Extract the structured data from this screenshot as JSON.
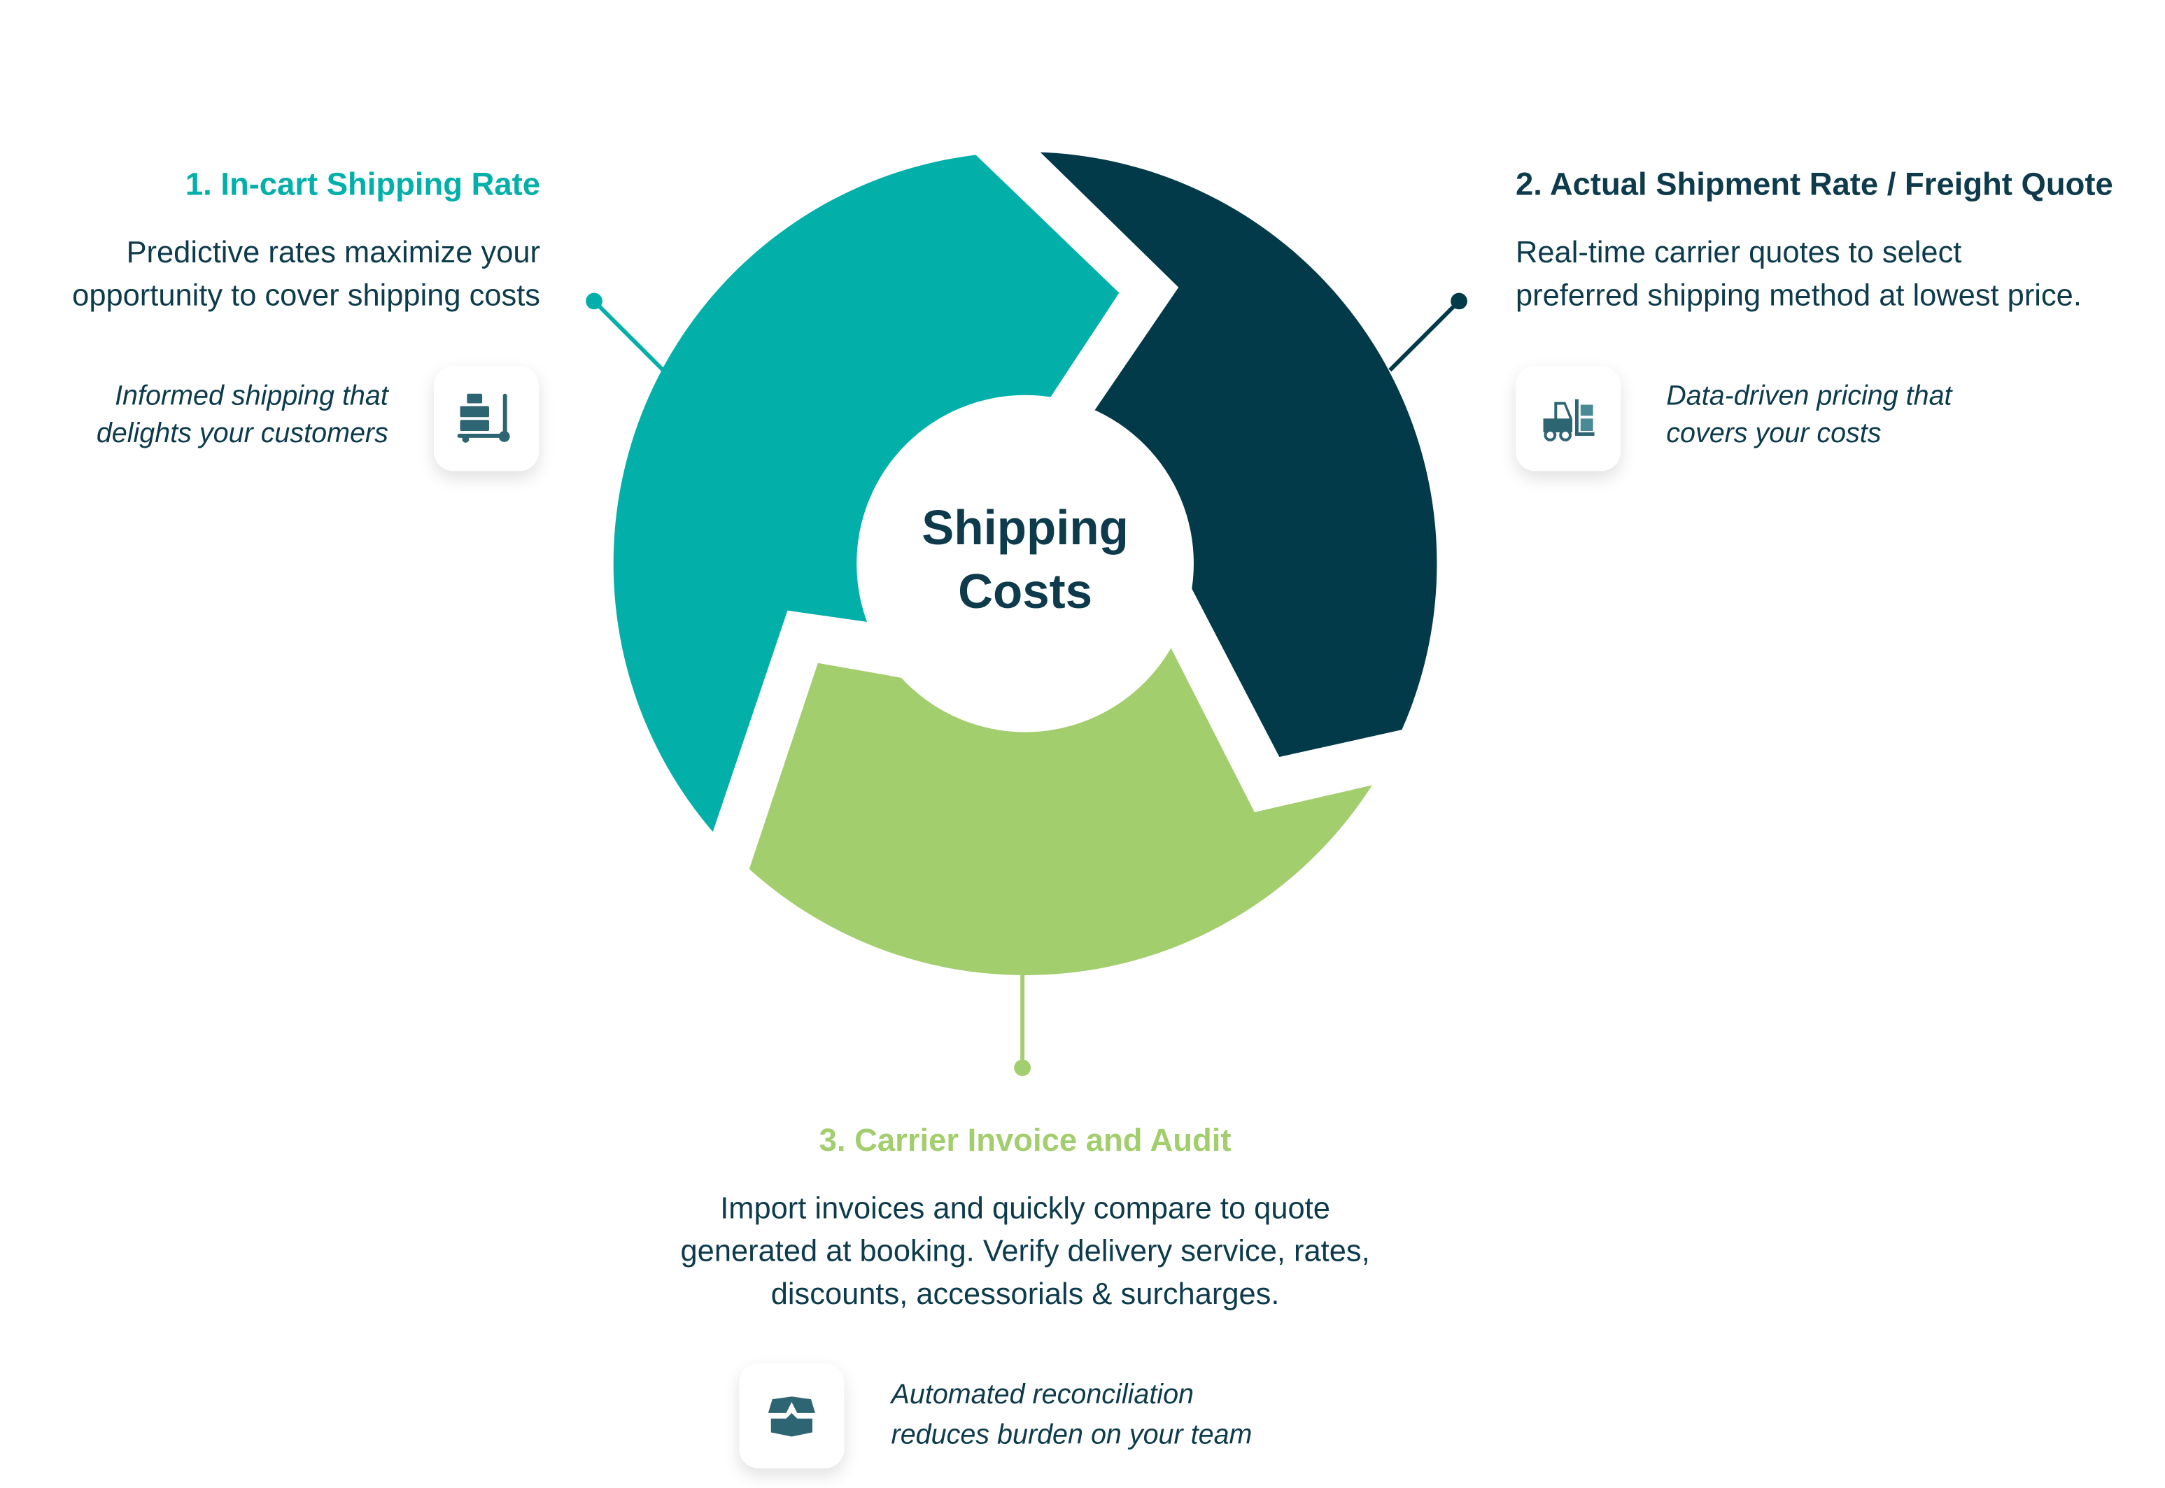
{
  "center_title": [
    "Shipping",
    "Costs"
  ],
  "colors": {
    "teal": "#02b0a9",
    "navy": "#023a4a",
    "green": "#a2ce6e",
    "icon": "#2e6573"
  },
  "steps": [
    {
      "title": "1. In-cart Shipping Rate",
      "description": [
        "Predictive rates maximize your",
        "opportunity to cover shipping costs"
      ],
      "benefit": [
        "Informed shipping that",
        "delights your customers"
      ],
      "icon": "hand-truck-icon"
    },
    {
      "title": "2. Actual Shipment Rate / Freight Quote",
      "description": [
        "Real-time carrier quotes to select",
        "preferred shipping method at lowest price."
      ],
      "benefit": [
        "Data-driven pricing that",
        "covers your costs"
      ],
      "icon": "forklift-icon"
    },
    {
      "title": "3. Carrier Invoice and Audit",
      "description": [
        "Import invoices and quickly compare to quote",
        "generated at booking. Verify delivery service, rates,",
        "discounts, accessorials & surcharges."
      ],
      "benefit": [
        "Automated reconciliation",
        "reduces burden on your team"
      ],
      "icon": "open-box-icon"
    }
  ]
}
